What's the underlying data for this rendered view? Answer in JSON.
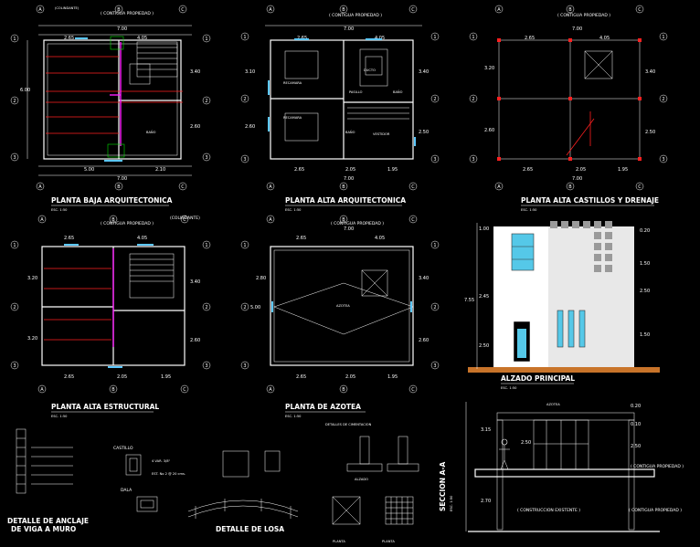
{
  "titles": {
    "planta_baja": "PLANTA BAJA ARQUITECTONICA",
    "planta_alta": "PLANTA ALTA ARQUITECTONICA",
    "castillos": "PLANTA ALTA CASTILLOS Y DRENAJE",
    "estructural": "PLANTA ALTA ESTRUCTURAL",
    "azotea": "PLANTA DE AZOTEA",
    "alzado": "ALZADO PRINCIPAL",
    "anclaje_1": "DETALLE DE ANCLAJE",
    "anclaje_2": "DE VIGA A MURO",
    "losa": "DETALLE DE LOSA",
    "seccion": "SECCION A-A"
  },
  "scales": {
    "s1": "ESC. 1:50",
    "s2": "ESC. 1:50",
    "s3": "ESC. 1:50",
    "s4": "ESC. 1:50",
    "s5": "ESC. 1:50",
    "s6": "ESC. 1:50",
    "s7": "ESC. 1:50"
  },
  "labels": {
    "contigua": "( CONTIGUA PROPIEDAD )",
    "colindante": "(COLINDANTE)",
    "castillo": "CASTILLO",
    "dala": "DALA",
    "cimentacion": "DETALLES DE CIMENTACION",
    "construccion": "( CONSTRUCCION EXISTENTE )",
    "azotea_note": "AZOTEA",
    "planta": "PLANTA",
    "planta2": "PLANTA",
    "alzado_lbl": "ALZADO",
    "seccion_esc": "ESC. 1:50",
    "var_note": "4 VAR. 3/8\"",
    "est_note": "EST. No 2 @ 20 cms.",
    "recamara": "RECAMARA",
    "bano": "BAÑO",
    "pasillo": "PASILLO",
    "ducto": "DUCTO",
    "vestidor": "VESTIDOR"
  },
  "dims": {
    "d700": "7.00",
    "d265": "2.65",
    "d405": "4.05",
    "d500": "5.00",
    "d210": "2.10",
    "d195": "1.95",
    "d340": "3.40",
    "d260": "2.60",
    "d310": "3.10",
    "d320": "3.20",
    "d600": "6.00",
    "d250": "2.50",
    "d205": "2.05",
    "d280": "2.80",
    "d100": "1.00",
    "d755": "7.55",
    "d245": "2.45",
    "d150": "1.50",
    "d020": "0.20",
    "d270": "2.70",
    "d315": "3.15",
    "d010": "0.10"
  },
  "axes": {
    "a": "A",
    "b": "B",
    "c": "C",
    "n1": "1",
    "n2": "2",
    "n3": "3"
  }
}
